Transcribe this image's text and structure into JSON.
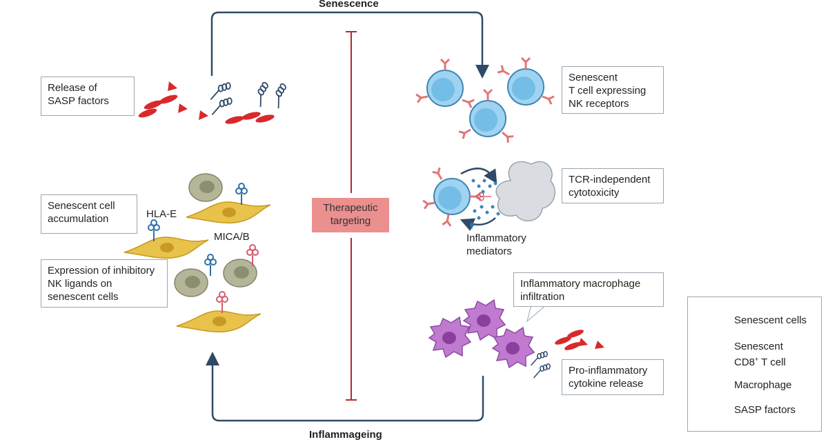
{
  "titles": {
    "top": "Senescence",
    "bottom": "Inflammageing"
  },
  "boxes": {
    "sasp_release": "Release of\nSASP factors",
    "cell_accumulation": "Senescent cell\naccumulation",
    "inhibitory_ligands": "Expression of inhibitory\nNK ligands on\nsenescent cells",
    "senescent_t_cell": "Senescent\nT cell expressing\nNK receptors",
    "tcr_independent": "TCR-independent\ncytotoxicity",
    "macrophage_infiltration": "Inflammatory macrophage\ninfiltration",
    "cytokine_release": "Pro-inflammatory\ncytokine release"
  },
  "labels": {
    "hla_e": "HLA-E",
    "mica_b": "MICA/B",
    "inflammatory_mediators": "Inflammatory\nmediators"
  },
  "therapeutic": "Therapeutic\ntargeting",
  "legend": {
    "senescent_cells": "Senescent cells",
    "senescent_t_cell_prefix": "Senescent\nCD8",
    "senescent_t_cell_sup": "+",
    "senescent_t_cell_suffix": " T cell",
    "macrophage": "Macrophage",
    "sasp_factors": "SASP factors"
  },
  "colors": {
    "arrow": "#2f4a66",
    "inhibition": "#b22a2a",
    "therapeutic_bg": "#eb8f8f",
    "tcell": "#7fc4ea",
    "senescent_cell": "#e8c24a",
    "macrophage": "#c07ad0",
    "sasp_red": "#d9292b",
    "receptor_pink": "#e07575",
    "ligand_blue": "#2e6fa6"
  }
}
